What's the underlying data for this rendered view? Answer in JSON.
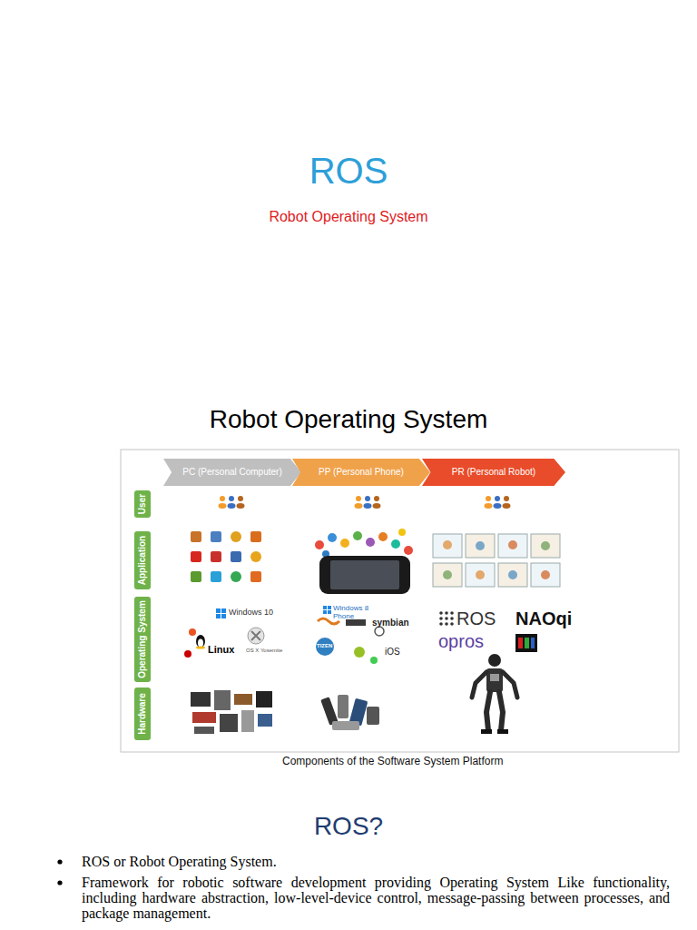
{
  "diagram": {
    "title": "ROS",
    "caption": "Components of the Software System Platform",
    "nodes": [
      {
        "text": [
          "PC (Personal Computer)"
        ]
      },
      {
        "text": [
          "PP (Personal Phone)"
        ]
      },
      {
        "text": [
          "PR (Personal Robot)"
        ]
      },
      {
        "text": [
          "User"
        ]
      },
      {
        "text": [
          "Application"
        ]
      },
      {
        "text": [
          "Operating System"
        ]
      },
      {
        "text": [
          "Hardware"
        ]
      }
    ],
    "labels": [
      "Robot Operating System",
      "Robot Operating System",
      "ROS?",
      "ROS or Robot Operating System.",
      "Framework for robotic software development providing Operating System Like functionality, including hardware abstraction, low-level-device control, message-passing between processes, and package management.",
      "Windows 10",
      "Linux",
      "OS X Yosemite",
      "Windows 8 Phone",
      "symbian",
      "TIZEN",
      "iOS",
      "ROS",
      "NAOqi",
      "opros"
    ]
  }
}
